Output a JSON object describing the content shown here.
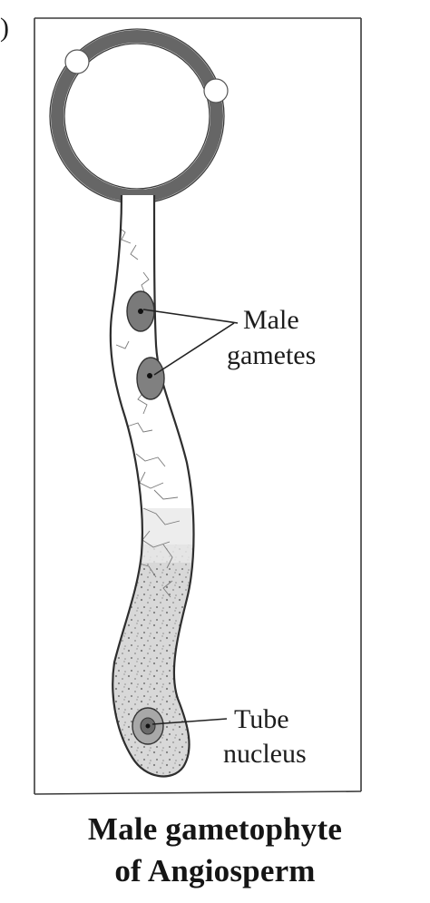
{
  "diagram": {
    "corner_mark": ")",
    "labels": {
      "male_gametes_line1": "Male",
      "male_gametes_line2": "gametes",
      "tube_nucleus_line1": "Tube",
      "tube_nucleus_line2": "nucleus"
    },
    "caption": {
      "line1": "Male gametophyte",
      "line2": "of Angiosperm"
    },
    "colors": {
      "outline": "#3a3a3a",
      "pollen_wall": "#6e6e6e",
      "gamete_fill": "#7a7a7a",
      "nucleus_fill": "#9a9a9a",
      "stipple": "#8a8a8a"
    }
  }
}
